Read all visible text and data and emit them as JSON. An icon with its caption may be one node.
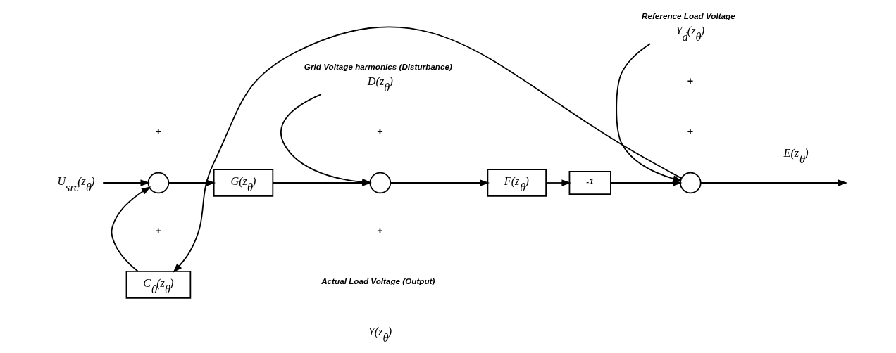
{
  "diagram": {
    "nodes": [
      {
        "text": [],
        "shape": "circle"
      },
      {
        "text": [
          "G(z$_{θ}$)"
        ]
      },
      {
        "text": [],
        "shape": "circle"
      },
      {
        "text": [
          "F(z$_{θ}$)"
        ]
      },
      {
        "text": [
          "-1"
        ]
      },
      {
        "text": [],
        "shape": "circle"
      },
      {
        "text": [
          "C$_{0}$(z$_{θ}$)"
        ]
      },
      {
        "text": [
          "U$_{src}$(z$_{θ}$)"
        ]
      },
      {
        "text": [
          "Grid Voltage harmonics (Disturbance)",
          "D(z$_{θ}$)"
        ]
      },
      {
        "text": [
          "Reference Load Voltage",
          "Y$_{d}$(z$_{θ}$)"
        ]
      }
    ],
    "edges": [
      {
        "from": 7,
        "to": 0,
        "arrow": "to"
      },
      {
        "from": 0,
        "to": 1,
        "arrow": "to"
      },
      {
        "from": 1,
        "to": 2,
        "arrow": "to"
      },
      {
        "from": 8,
        "to": 2,
        "arrow": "to"
      },
      {
        "from": 2,
        "to": 3,
        "arrow": "to"
      },
      {
        "from": 3,
        "to": 4,
        "arrow": "to"
      },
      {
        "from": 4,
        "to": 5,
        "arrow": "to"
      },
      {
        "from": 9,
        "to": 5,
        "arrow": "to"
      },
      {
        "from": 5,
        "to": null,
        "arrow": "to",
        "label": "E(z$_{θ}$)"
      },
      {
        "from": 5,
        "to": 6,
        "arrow": "to"
      },
      {
        "from": 6,
        "to": 0,
        "arrow": "to"
      }
    ],
    "labels": [
      "+",
      "+",
      "+",
      "+",
      "Actual Load Voltage (Output)",
      "Y(z$_{θ}$)",
      "+",
      "+"
    ]
  }
}
